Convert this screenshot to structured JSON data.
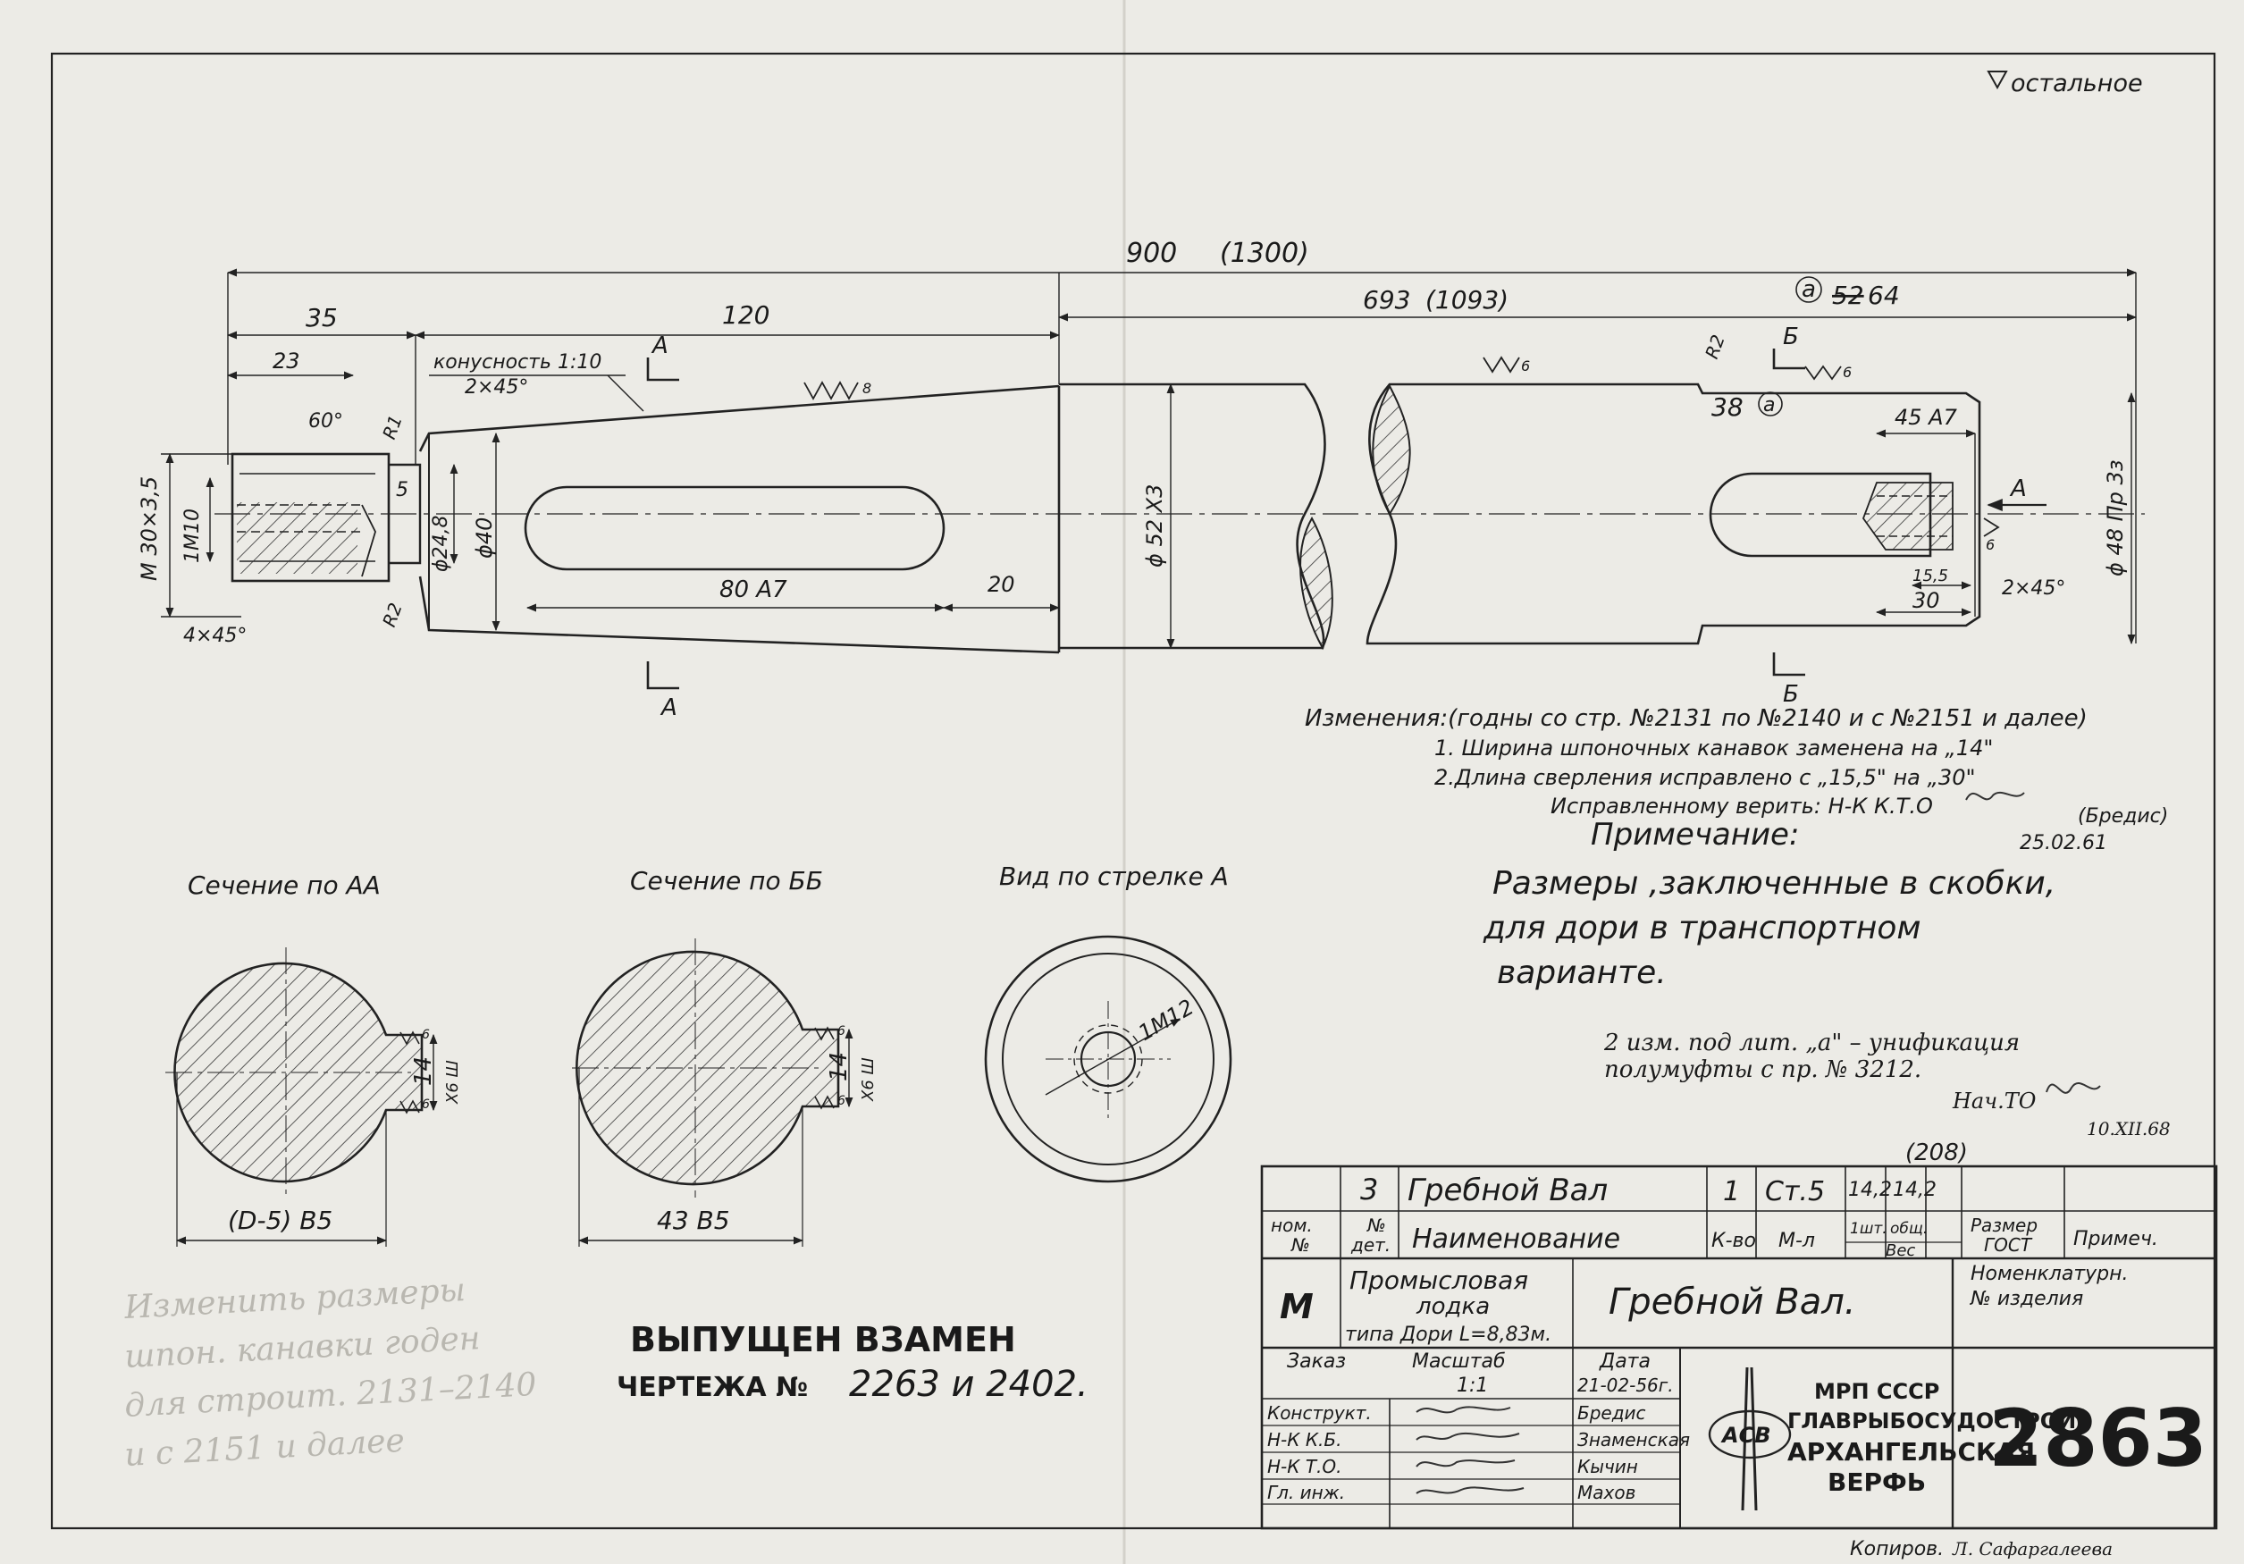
{
  "roughness_general": "остальное",
  "dims": {
    "overall": "900",
    "overall_alt": "(1300)",
    "d35": "35",
    "d23": "23",
    "d120": "120",
    "d693": "693",
    "d693_alt": "(1093)",
    "d52_64_old": "52",
    "d52_64_new": "64",
    "taper": "конусность 1:10",
    "chamfer_2x45": "2×45°",
    "angle60": "60°",
    "r1": "R1",
    "r2a": "R2",
    "r2b": "R2",
    "d5": "5",
    "m30": "M 30×3,5",
    "m10": "1M10",
    "dia248": "ϕ24,8",
    "dia40": "ϕ40",
    "dia52": "ϕ 52 Х3",
    "slot80": "80 А7",
    "d20": "20",
    "chamfer_4x45": "4×45°",
    "d38": "38",
    "d45a7": "45 А7",
    "dia48": "ϕ 48 Пр 3з",
    "d155": "15,5",
    "d30": "30",
    "chamfer_right": "2×45°",
    "rough8": "8",
    "rough6a": "6",
    "rough6b": "6",
    "rough6c": "6",
    "sec_a": "А",
    "sec_a2": "А",
    "sec_b": "Б",
    "sec_b2": "Б",
    "arrow_a": "А",
    "circle_a": "а",
    "circle_a2": "а"
  },
  "changes": {
    "title": "Изменения:(годны со стр. №2131 по №2140 и с №2151 и далее)",
    "line1": "1. Ширина шпоночных канавок заменена на „14\"",
    "line2": "2.Длина сверления исправлено с „15,5\" на „30\"",
    "line3": "Исправленному верить: Н-К К.Т.О",
    "sign_name": "(Бредис)",
    "sign_date": "25.02.61"
  },
  "note": {
    "title": "Примечание:",
    "line1": "Размеры ,заключенные в скобки,",
    "line2": "для дори в транспортном",
    "line3": "варианте."
  },
  "handnote": {
    "line1": "2 изм. под лит. „а\" – унификация",
    "line2": "полумуфты с пр. № 3212.",
    "line3": "Нач.ТО",
    "date": "10.XII.68"
  },
  "sections": {
    "aa_title": "Сечение по АА",
    "aa_dim": "(D-5) В5",
    "aa_key": "14",
    "aa_key_tol": "Х6 Ш",
    "bb_title": "Сечение по ББ",
    "bb_dim": "43 В5",
    "bb_key": "14",
    "bb_key_tol": "Х6 Ш",
    "view_title": "Вид по стрелке А",
    "view_thread": "1М12",
    "r6a": "6",
    "r6b": "6",
    "r6c": "6",
    "r6d": "6"
  },
  "stamp_text": {
    "line1": "ВЫПУЩЕН ВЗАМЕН",
    "line2_label": "ЧЕРТЕЖА №",
    "line2_nums": "2263 и 2402."
  },
  "pencil_note": {
    "line1": "Изменить размеры",
    "line2": "шпон. канавки годен",
    "line3": "для строит. 2131–2140",
    "line4": "и с 2151 и далее"
  },
  "title_block": {
    "extra": "(208)",
    "item_pos": "3",
    "item_name": "Гребной Вал",
    "item_qty": "1",
    "item_material": "Ст.5",
    "item_w1": "14,2",
    "item_w2": "14,2",
    "h_nom": "ном.",
    "h_nom2": "№",
    "h_det": "№",
    "h_det2": "дет.",
    "h_name": "Наименование",
    "h_qty": "К-во",
    "h_mat": "М-л",
    "h_w1": "1шт.",
    "h_w2": "общ.",
    "h_weight": "Вес",
    "h_size": "Размер",
    "h_size2": "ГОСТ",
    "h_note": "Примеч.",
    "letter": "М",
    "product1": "Промысловая",
    "product2": "лодка",
    "product3": "типа Дори L=8,83м.",
    "drawing_title": "Гребной Вал.",
    "nomen1": "Номенклатурн.",
    "nomen2": "№ изделия",
    "order_label": "Заказ",
    "scale_label": "Масштаб",
    "scale_value": "1:1",
    "date_label": "Дата",
    "date_value": "21-02-56г.",
    "roles": [
      {
        "role": "Конструкт.",
        "name": "Бредис"
      },
      {
        "role": "Н-К К.Б.",
        "name": "Знаменская"
      },
      {
        "role": "Н-К Т.О.",
        "name": "Кычин"
      },
      {
        "role": "Гл. инж.",
        "name": "Махов"
      }
    ],
    "org1": "МРП СССР",
    "org2": "ГЛАВРЫБОСУДОСТРОЙ",
    "org3": "АРХАНГЕЛЬСКАЯ",
    "org4": "ВЕРФЬ",
    "logo": "АСВ",
    "number": "2863"
  },
  "copy": {
    "label": "Копиров.",
    "name": "Л. Сафаргалеева"
  }
}
